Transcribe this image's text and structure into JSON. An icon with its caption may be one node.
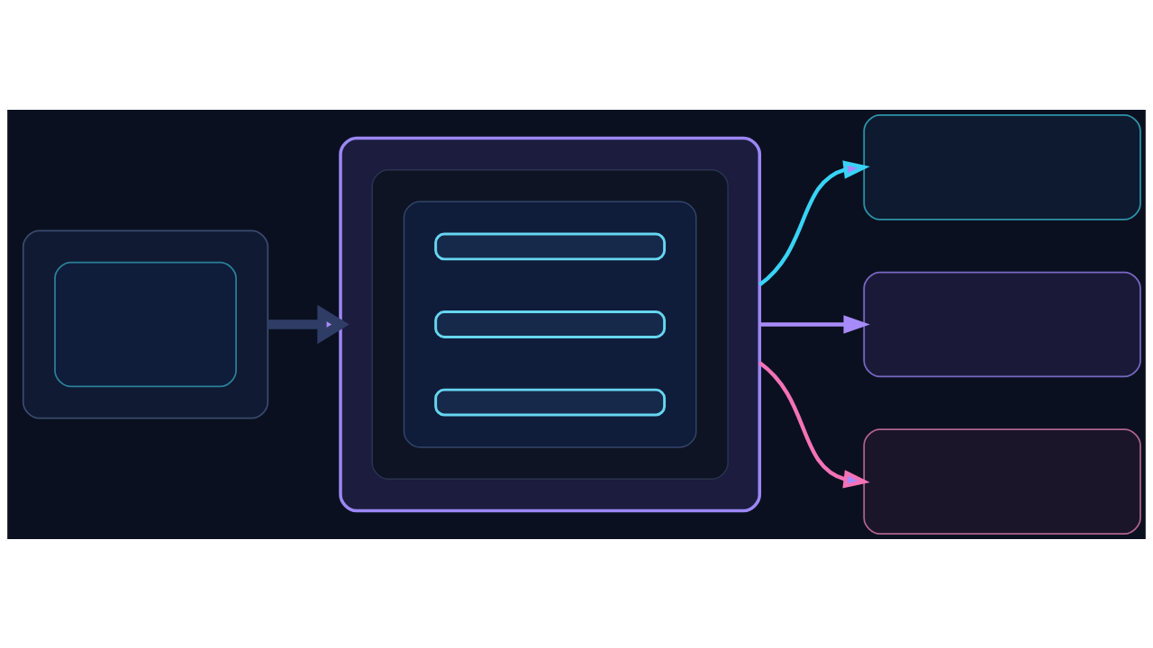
{
  "diagram": {
    "nodes": [
      {
        "text": [],
        "shape": "box"
      },
      {
        "text": [],
        "shape": "box",
        "in": 0
      },
      {
        "text": [],
        "shape": "box"
      },
      {
        "text": [],
        "shape": "box",
        "in": 2
      },
      {
        "text": [],
        "shape": "box",
        "in": 3
      },
      {
        "text": [],
        "shape": "box",
        "in": 4
      },
      {
        "text": [],
        "shape": "box",
        "in": 4
      },
      {
        "text": [],
        "shape": "box",
        "in": 4
      },
      {
        "text": [],
        "shape": "box"
      },
      {
        "text": [],
        "shape": "box"
      },
      {
        "text": [],
        "shape": "box"
      }
    ],
    "edges": [
      {
        "from": 0,
        "to": 2,
        "arrow": "to",
        "style": "thick"
      },
      {
        "from": 2,
        "to": 8,
        "arrow": "to",
        "color": "#38d3f5"
      },
      {
        "from": 2,
        "to": 9,
        "arrow": "to",
        "color": "#a78bfa"
      },
      {
        "from": 2,
        "to": 10,
        "arrow": "to",
        "color": "#f472b6"
      }
    ]
  }
}
